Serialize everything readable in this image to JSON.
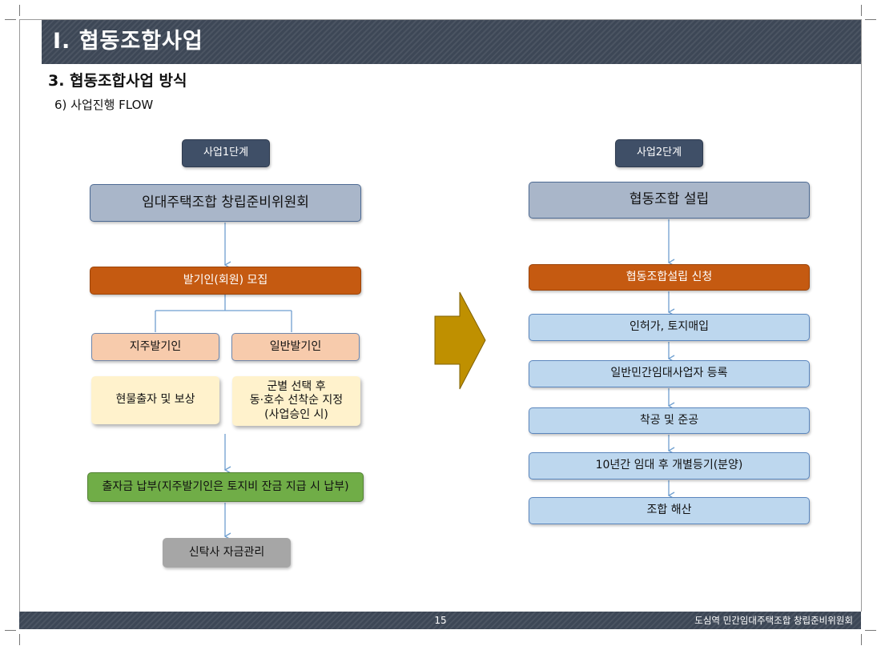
{
  "header": {
    "title": "Ⅰ. 협동조합사업"
  },
  "section": {
    "title": "3. 협동조합사업 방식",
    "subtitle": "6) 사업진행 FLOW"
  },
  "stage1": {
    "label": "사업1단계",
    "main": "임대주택조합 창립준비위원회",
    "recruit": "발기인(회원) 모집",
    "landowner": "지주발기인",
    "general": "일반발기인",
    "landowner_detail": "현물출자 및 보상",
    "general_detail": [
      "군별 선택 후",
      "동·호수 선착순 지정",
      "(사업승인 시)"
    ],
    "payment": "출자금 납부(지주발기인은 토지비 잔금 지급 시 납부)",
    "trust": "신탁사 자금관리"
  },
  "stage2": {
    "label": "사업2단계",
    "main": "협동조합 설립",
    "steps": [
      "협동조합설립 신청",
      "인허가, 토지매입",
      "일반민간임대사업자 등록",
      "착공 및 준공",
      "10년간 임대 후 개별등기(분양)",
      "조합 해산"
    ]
  },
  "footer": {
    "page": "15",
    "org": "도심역 민간임대주택조합 창립준비위원회"
  },
  "colors": {
    "header_bg": "#3d4756",
    "stage_label": "#3f4f67",
    "main_box": "#a9b6c9",
    "accent_orange": "#c55a11",
    "salmon": "#f7cbac",
    "cream": "#fff2cc",
    "green": "#70ad47",
    "gray": "#a6a6a6",
    "light_blue": "#bdd7ee",
    "big_arrow": "#bf9000",
    "connector": "#6f9fd0"
  }
}
